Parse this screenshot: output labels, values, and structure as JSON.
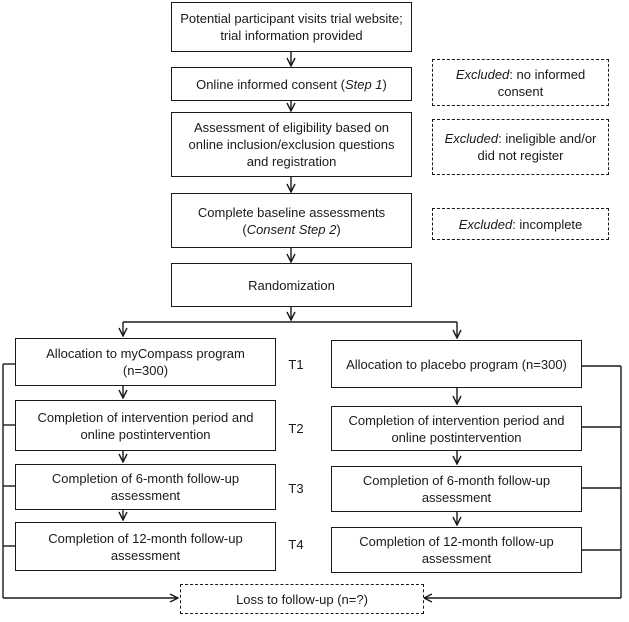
{
  "flow": {
    "visit": "Potential participant visits trial website; trial information provided",
    "consent": {
      "text": "Online informed consent (",
      "em": "Step 1",
      "tail": ")"
    },
    "eligibility": "Assessment of eligibility based on online inclusion/exclusion questions and registration",
    "baseline": {
      "text": "Complete baseline assessments (",
      "em": "Consent Step 2",
      "tail": ")"
    },
    "randomization": "Randomization"
  },
  "exclusions": {
    "no_consent": {
      "em": "Excluded",
      "text": ": no informed consent"
    },
    "ineligible": {
      "em": "Excluded",
      "text": ": ineligible and/or did not register"
    },
    "incomplete": {
      "em": "Excluded",
      "text": ": incomplete"
    }
  },
  "left_arm": {
    "allocation": "Allocation to myCompass program (n=300)",
    "postintervention": "Completion of intervention period and online postintervention",
    "six_month": "Completion of 6-month follow-up assessment",
    "twelve_month": "Completion of 12-month follow-up assessment"
  },
  "right_arm": {
    "allocation": "Allocation to placebo program (n=300)",
    "postintervention": "Completion of intervention period and online postintervention",
    "six_month": "Completion of 6-month follow-up assessment",
    "twelve_month": "Completion of 12-month follow-up assessment"
  },
  "timepoints": [
    "T1",
    "T2",
    "T3",
    "T4"
  ],
  "loss": "Loss to follow-up (n=?)"
}
